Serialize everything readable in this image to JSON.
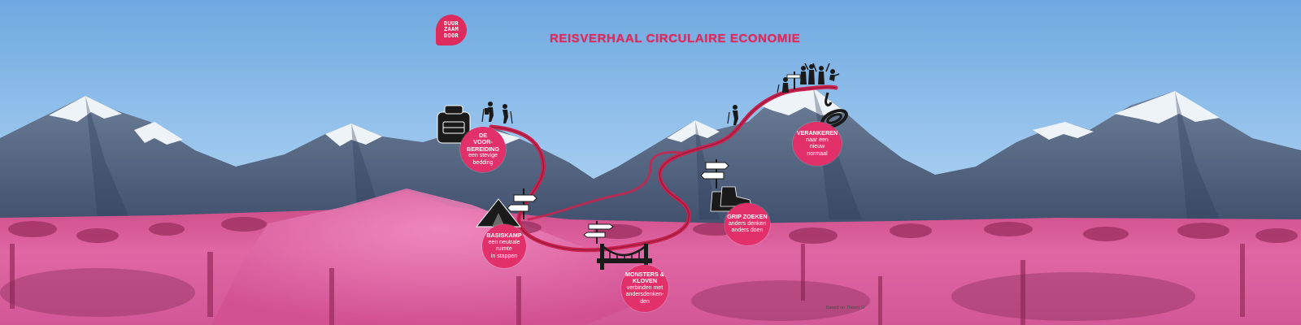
{
  "logo": {
    "lines": [
      "DUUR",
      "ZAAM",
      "DOOR"
    ]
  },
  "title": "REISVERHAAL CIRCULAIRE ECONOMIE",
  "stations": [
    {
      "name": "station-voorbereiding",
      "title": "DE\nVOOR-\nBEREIDING",
      "sub": "een stevige\nbedding"
    },
    {
      "name": "station-basiskamp",
      "title": "BASISKAMP",
      "sub": "een neutrale\nruimte\nin stappen"
    },
    {
      "name": "station-monsters-kloven",
      "title": "MONSTERS &\nKLOVEN",
      "sub": "verbinden met\nandersdenken-\nden"
    },
    {
      "name": "station-grip-zoeken",
      "title": "GRIP ZOEKEN",
      "sub": "anders denken\nanders doen"
    },
    {
      "name": "station-verankeren",
      "title": "VERANKEREN",
      "sub": "naar een\nnieuw\nnormaal"
    }
  ],
  "icons": [
    "backpack-icon",
    "hikers-icon",
    "tent-icon",
    "signpost-icon",
    "bridge-icon",
    "hiking-boots-icon",
    "summit-people-icon",
    "rope-icon"
  ],
  "credit": "Based on Theory U",
  "colors": {
    "accent": "#dc2b5c",
    "path": "#c8244f",
    "sky": "#8ec0ea",
    "field": "#d94f93"
  }
}
